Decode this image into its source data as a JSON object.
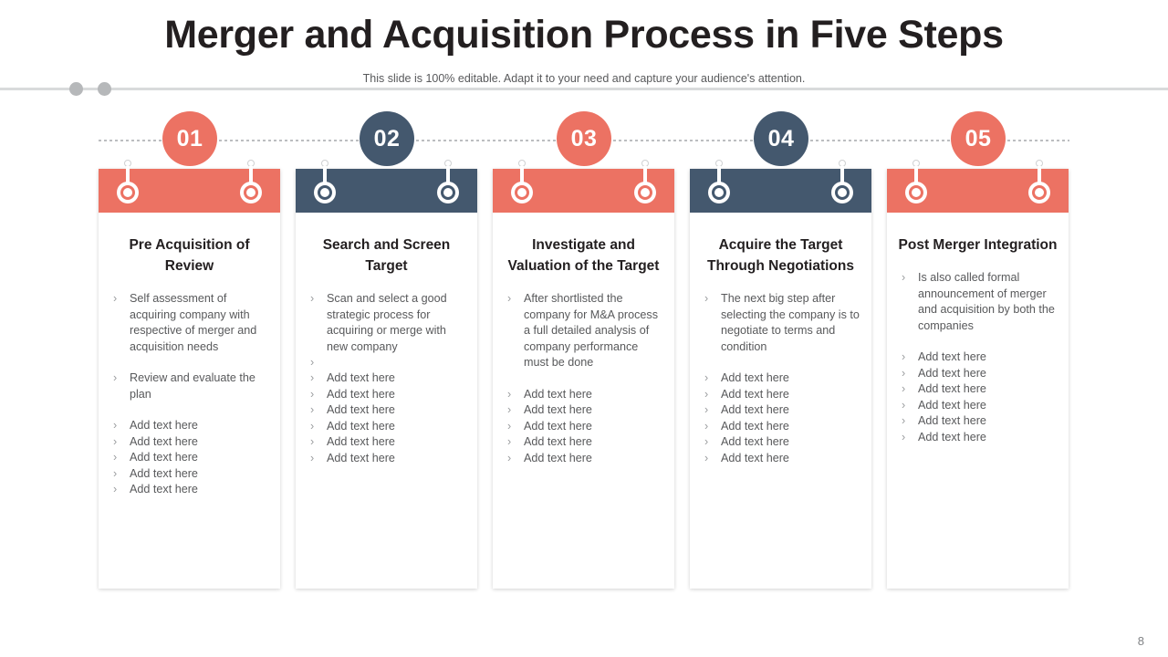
{
  "slide": {
    "title": "Merger and Acquisition Process in Five Steps",
    "subtitle": "This slide is 100% editable. Adapt it to your need and capture your audience's attention.",
    "page_number": "8"
  },
  "colors": {
    "red": "#EC7263",
    "blue": "#44586E",
    "title": "#231F20",
    "body_text": "#58595B",
    "chevron": "#9A9C9E",
    "divider": "#D9DADB",
    "divider_dot": "#B6B8BA",
    "connector_dots": "#BCBEC0"
  },
  "steps": [
    {
      "number": "01",
      "color": "#EC7263",
      "heading": "Pre Acquisition of Review",
      "bullets": [
        {
          "text": "Self assessment of acquiring company with respective of merger and acquisition needs",
          "type": "para"
        },
        {
          "text": "Review and evaluate the plan",
          "type": "para"
        },
        {
          "text": "Add text here",
          "type": "item"
        },
        {
          "text": "Add text here",
          "type": "item"
        },
        {
          "text": "Add text here",
          "type": "item"
        },
        {
          "text": "Add text here",
          "type": "item"
        },
        {
          "text": "Add text here",
          "type": "item"
        }
      ]
    },
    {
      "number": "02",
      "color": "#44586E",
      "heading": "Search and Screen Target",
      "bullets": [
        {
          "text": "Scan and select a good strategic process for acquiring or merge with new company",
          "type": "item"
        },
        {
          "text": "",
          "type": "empty"
        },
        {
          "text": "Add text here",
          "type": "item"
        },
        {
          "text": "Add text here",
          "type": "item"
        },
        {
          "text": "Add text here",
          "type": "item"
        },
        {
          "text": "Add text here",
          "type": "item"
        },
        {
          "text": "Add text here",
          "type": "item"
        },
        {
          "text": "Add text here",
          "type": "item"
        }
      ]
    },
    {
      "number": "03",
      "color": "#EC7263",
      "heading": "Investigate and Valuation of the Target",
      "bullets": [
        {
          "text": "After shortlisted the company for M&A process a full detailed analysis of company performance must be done",
          "type": "para"
        },
        {
          "text": "Add text here",
          "type": "item"
        },
        {
          "text": "Add text here",
          "type": "item"
        },
        {
          "text": "Add text here",
          "type": "item"
        },
        {
          "text": "Add text here",
          "type": "item"
        },
        {
          "text": "Add text here",
          "type": "item"
        }
      ]
    },
    {
      "number": "04",
      "color": "#44586E",
      "heading": "Acquire the Target Through Negotiations",
      "bullets": [
        {
          "text": "The next big step after selecting the company is to negotiate to terms and condition",
          "type": "para"
        },
        {
          "text": "Add text here",
          "type": "item"
        },
        {
          "text": "Add text here",
          "type": "item"
        },
        {
          "text": "Add text here",
          "type": "item"
        },
        {
          "text": "Add text here",
          "type": "item"
        },
        {
          "text": "Add text here",
          "type": "item"
        },
        {
          "text": "Add text here",
          "type": "item"
        }
      ]
    },
    {
      "number": "05",
      "color": "#EC7263",
      "heading": "Post Merger Integration",
      "bullets": [
        {
          "text": "Is also called formal announcement of merger and acquisition by both the companies",
          "type": "para"
        },
        {
          "text": "Add text here",
          "type": "item"
        },
        {
          "text": "Add text here",
          "type": "item"
        },
        {
          "text": "Add text here",
          "type": "item"
        },
        {
          "text": "Add text here",
          "type": "item"
        },
        {
          "text": "Add text here",
          "type": "item"
        },
        {
          "text": "Add text here",
          "type": "item"
        }
      ]
    }
  ],
  "icons": {
    "bullet_chevron": "›"
  }
}
